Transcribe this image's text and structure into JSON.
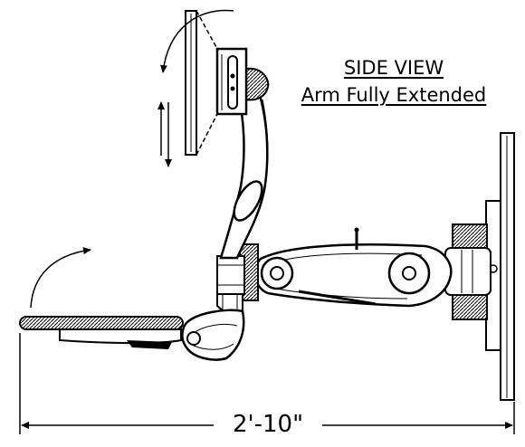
{
  "title": {
    "line1": "SIDE VIEW",
    "line2": "Arm Fully Extended"
  },
  "dimension": {
    "overall_length": "2'-10\""
  },
  "components": [
    "wall-plate",
    "wall-bracket",
    "extension-arm",
    "pivot-joint",
    "riser-arm",
    "monitor-mount",
    "monitor-panel",
    "keyboard-tray"
  ],
  "motion_indicators": [
    "monitor-tilt",
    "monitor-height",
    "keyboard-tray-tilt"
  ]
}
